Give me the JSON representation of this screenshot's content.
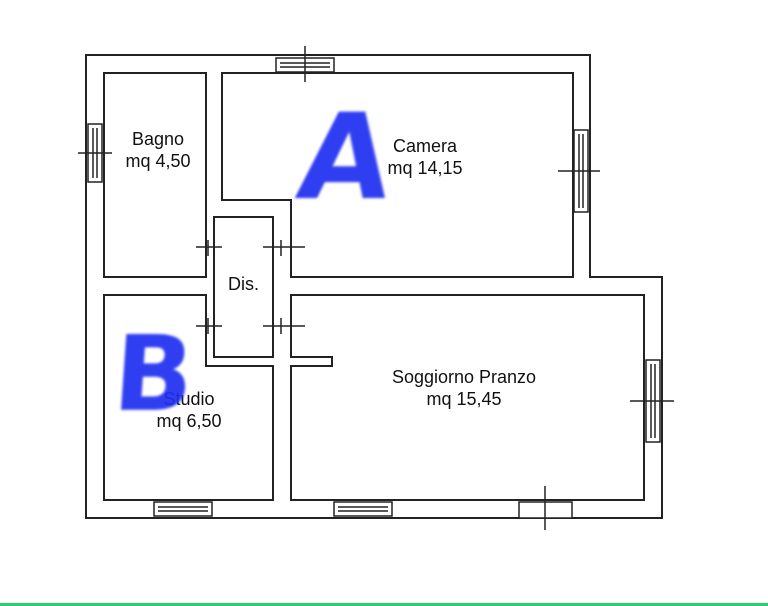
{
  "rooms": {
    "bagno": {
      "name": "Bagno",
      "area": "mq 4,50"
    },
    "camera": {
      "name": "Camera",
      "area": "mq 14,15"
    },
    "dis": {
      "name": "Dis."
    },
    "studio": {
      "name": "Studio",
      "area": "mq 6,50"
    },
    "soggiorno": {
      "name": "Soggiorno Pranzo",
      "area": "mq 15,45"
    }
  },
  "annotations": {
    "a": "A",
    "b": "B"
  },
  "colors": {
    "wall": "#222222",
    "annotation": "#1f2ef0",
    "footer": "#2ecc71"
  }
}
